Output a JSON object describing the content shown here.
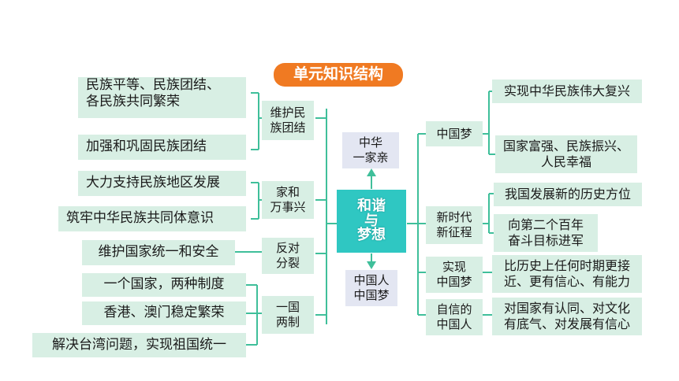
{
  "title": "单元知识结构",
  "center": {
    "line1": "和谐",
    "line2": "与",
    "line3": "梦想"
  },
  "top_node": {
    "line1": "中华",
    "line2": "一家亲"
  },
  "bottom_node": {
    "line1": "中国人",
    "line2": "中国梦"
  },
  "left_groups": [
    {
      "label1": "维护民",
      "label2": "族团结",
      "items": [
        {
          "line1": "民族平等、民族团结、",
          "line2": "各民族共同繁荣"
        },
        {
          "line1": "加强和巩固民族团结"
        }
      ]
    },
    {
      "label1": "家和",
      "label2": "万事兴",
      "items": [
        {
          "line1": "大力支持民族地区发展"
        },
        {
          "line1": "筑牢中华民族共同体意识"
        }
      ]
    },
    {
      "label1": "反对",
      "label2": "分裂",
      "items": [
        {
          "line1": "维护国家统一和安全"
        }
      ]
    },
    {
      "label1": "一国",
      "label2": "两制",
      "items": [
        {
          "line1": "一个国家，两种制度"
        },
        {
          "line1": "香港、澳门稳定繁荣"
        },
        {
          "line1": "解决台湾问题，实现祖国统一"
        }
      ]
    }
  ],
  "right_groups": [
    {
      "label1": "中国梦",
      "items": [
        {
          "line1": "实现中华民族伟大复兴"
        },
        {
          "line1": "国家富强、民族振兴、",
          "line2": "人民幸福"
        }
      ]
    },
    {
      "label1": "新时代",
      "label2": "新征程",
      "items": [
        {
          "line1": "我国发展新的历史方位"
        },
        {
          "line1": "向第二个百年",
          "line2": "奋斗目标进军"
        }
      ]
    },
    {
      "label1": "实现",
      "label2": "中国梦",
      "items": [
        {
          "line1": "比历史上任何时期更接",
          "line2": "近、更有信心、有能力"
        }
      ]
    },
    {
      "label1": "自信的",
      "label2": "中国人",
      "items": [
        {
          "line1": "对国家有认同、对文化",
          "line2": "有底气、对发展有信心"
        }
      ]
    }
  ],
  "colors": {
    "title_bg": "#f07a22",
    "center_bg": "#2fc7c2",
    "node_bg": "#d8efe4",
    "top_bottom_bg": "#e3e6f2",
    "line": "#3fbf9a"
  }
}
